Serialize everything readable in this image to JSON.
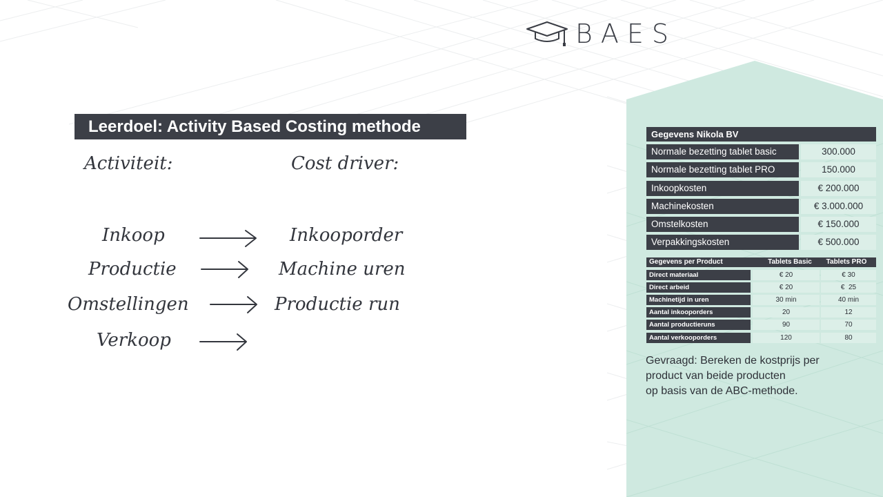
{
  "brand": {
    "name": "BAES",
    "icon": "graduation-cap-icon"
  },
  "title": "Leerdoel: Activity Based Costing methode",
  "headers": {
    "activity": "Activiteit:",
    "driver": "Cost driver:"
  },
  "activities": [
    {
      "activity": "Inkoop",
      "driver": "Inkooporder"
    },
    {
      "activity": "Productie",
      "driver": "Machine uren"
    },
    {
      "activity": "Omstellingen",
      "driver": "Productie run"
    },
    {
      "activity": "Verkoop",
      "driver": ""
    }
  ],
  "company_table": {
    "title": "Gegevens Nikola BV",
    "rows": [
      {
        "label": "Normale bezetting tablet basic",
        "value": "300.000"
      },
      {
        "label": "Normale bezetting tablet PRO",
        "value": "150.000"
      },
      {
        "label": "Inkoopkosten",
        "value": "€ 200.000"
      },
      {
        "label": "Machinekosten",
        "value": "€ 3.000.000"
      },
      {
        "label": "Omstelkosten",
        "value": "€ 150.000"
      },
      {
        "label": "Verpakkingskosten",
        "value": "€ 500.000"
      }
    ]
  },
  "product_table": {
    "header": [
      "Gegevens per Product",
      "Tablets Basic",
      "Tablets PRO"
    ],
    "rows": [
      {
        "label": "Direct materiaal",
        "basic": "€ 20",
        "pro": "€ 30"
      },
      {
        "label": "Direct arbeid",
        "basic": "€ 20",
        "pro": "€  25"
      },
      {
        "label": "Machinetijd in uren",
        "basic": "30 min",
        "pro": "40 min"
      },
      {
        "label": "Aantal inkooporders",
        "basic": "20",
        "pro": "12"
      },
      {
        "label": "Aantal productieruns",
        "basic": "90",
        "pro": "70"
      },
      {
        "label": "Aantal verkooporders",
        "basic": "120",
        "pro": "80"
      }
    ]
  },
  "question": [
    "Gevraagd: Bereken de kostprijs per",
    "product van beide producten",
    "op basis van de ABC-methode."
  ],
  "colors": {
    "dark": "#3c3f47",
    "mint": "#cfe9e0",
    "mint_cell": "#dcefe8"
  }
}
